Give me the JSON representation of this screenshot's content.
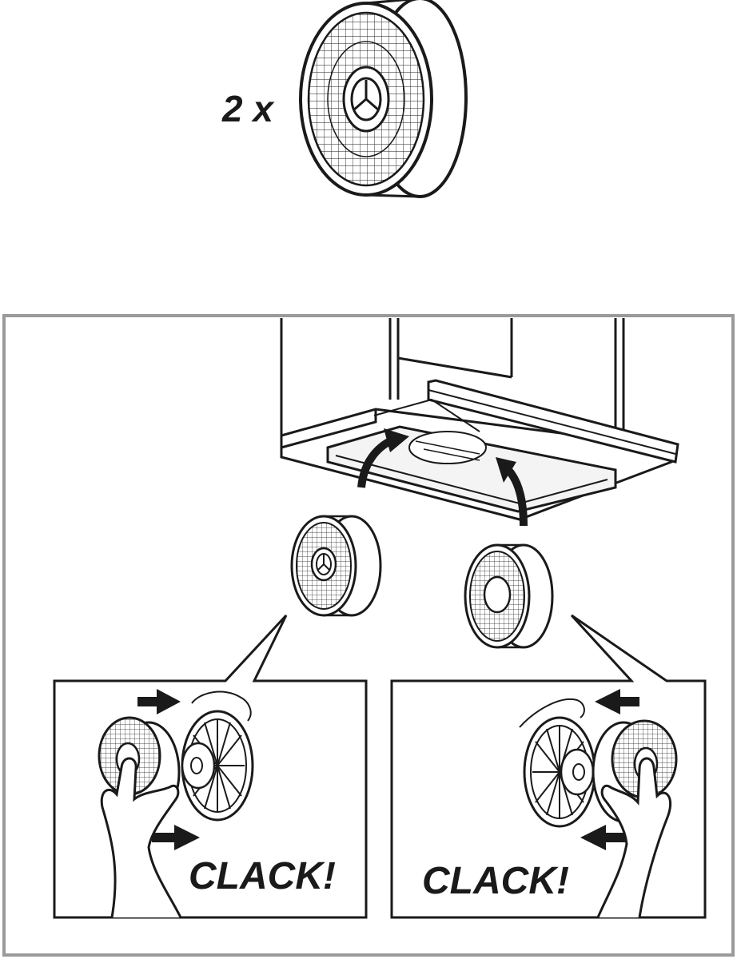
{
  "top": {
    "quantity_label": "2 x"
  },
  "panels": {
    "left": {
      "sound_label": "CLACK!"
    },
    "right": {
      "sound_label": "CLACK!"
    }
  },
  "colors": {
    "line": "#1a1a1a",
    "frame": "#9a9a9a",
    "background": "#ffffff"
  }
}
